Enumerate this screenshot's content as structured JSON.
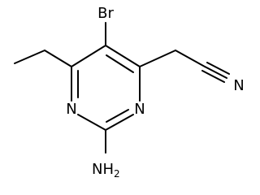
{
  "molecule": {
    "atoms": {
      "bromine": "Br",
      "nitrile_nitrogen": "N",
      "ring_nitrogen_left": "N",
      "ring_nitrogen_right": "N",
      "amino_main": "NH",
      "amino_subscript": "2"
    }
  }
}
